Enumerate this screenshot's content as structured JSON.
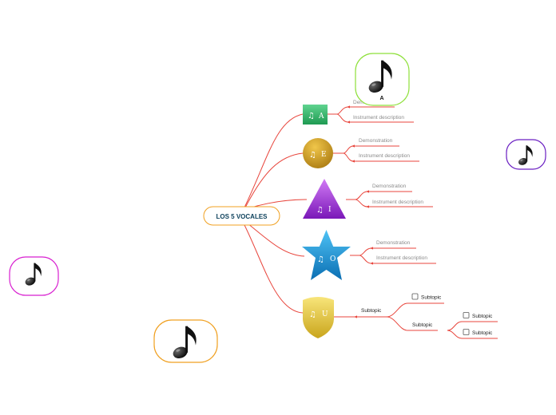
{
  "central_topic": {
    "label": "LOS 5 VOCALES"
  },
  "branches": [
    {
      "id": "a",
      "vowel": "A",
      "shape": "rounded-rect",
      "color": "#2fae63",
      "notes": [
        "Demonstration",
        "Instrument description"
      ]
    },
    {
      "id": "e",
      "vowel": "E",
      "shape": "circle",
      "color": "#c8961a",
      "notes": [
        "Demonstration",
        "Instrument description"
      ]
    },
    {
      "id": "i",
      "vowel": "I",
      "shape": "triangle",
      "color": "#9b2fd6",
      "notes": [
        "Demonstration",
        "Instrument description"
      ]
    },
    {
      "id": "o",
      "vowel": "O",
      "shape": "star",
      "color": "#1a8fd6",
      "notes": [
        "Demonstration",
        "Instrument description"
      ]
    },
    {
      "id": "u",
      "vowel": "U",
      "shape": "shield",
      "color": "#e3c43a",
      "subtopics": [
        {
          "label": "Subtopic",
          "children": [
            {
              "label": "Subtopic",
              "checkbox": true
            }
          ]
        },
        {
          "label": "Subtopic",
          "children": [
            {
              "label": "Subtopic",
              "checkbox": true
            },
            {
              "label": "Subtopic",
              "checkbox": true
            }
          ]
        }
      ]
    }
  ],
  "floating_notes": [
    {
      "id": "note-a",
      "caption": "A",
      "border_color": "#8ee03a"
    },
    {
      "id": "note-purple",
      "caption": "",
      "border_color": "#6a1fc2"
    },
    {
      "id": "note-magenta",
      "caption": "",
      "border_color": "#d81fd0"
    },
    {
      "id": "note-orange",
      "caption": "",
      "border_color": "#f0a020"
    }
  ],
  "icons": {
    "music_note": "musical-note-icon"
  },
  "colors": {
    "connector": "#e8453c",
    "central_border": "#f0a020",
    "central_text": "#0b3f5a"
  }
}
